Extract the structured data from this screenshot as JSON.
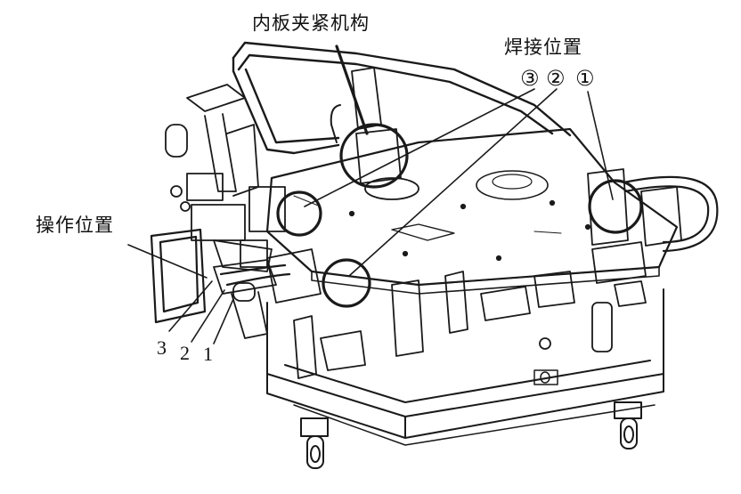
{
  "labels": {
    "inner_panel_clamp": "内板夹紧机构",
    "welding_position": "焊接位置",
    "circled_3": "③",
    "circled_2": "②",
    "circled_1": "①",
    "operating_position": "操作位置",
    "num_3": "3",
    "num_2": "2",
    "num_1": "1"
  },
  "colors": {
    "line": "#1a1a1a",
    "background": "#ffffff"
  }
}
